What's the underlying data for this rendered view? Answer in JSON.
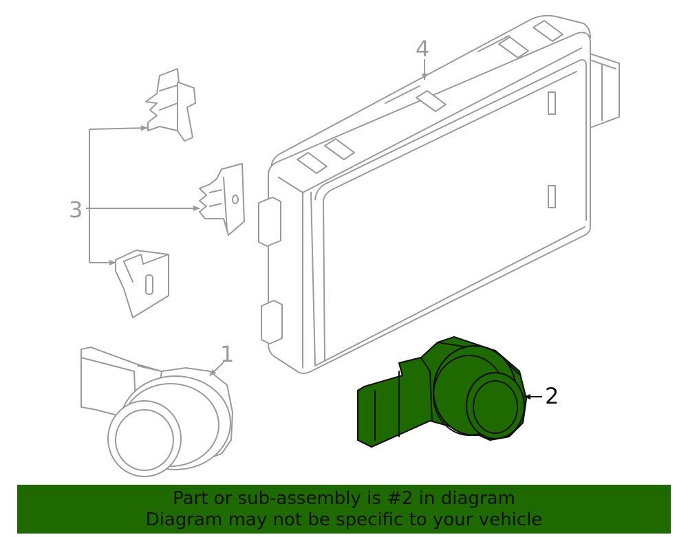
{
  "diagram": {
    "callouts": [
      {
        "number": "1"
      },
      {
        "number": "2"
      },
      {
        "number": "3"
      },
      {
        "number": "4"
      }
    ],
    "highlight_color": "#1f6a00",
    "line_color": "#9a9a9a"
  },
  "banner": {
    "line1": "Part or sub-assembly is #2 in diagram",
    "line2": "Diagram may not be specific to your vehicle",
    "background": "#1f6a00"
  }
}
